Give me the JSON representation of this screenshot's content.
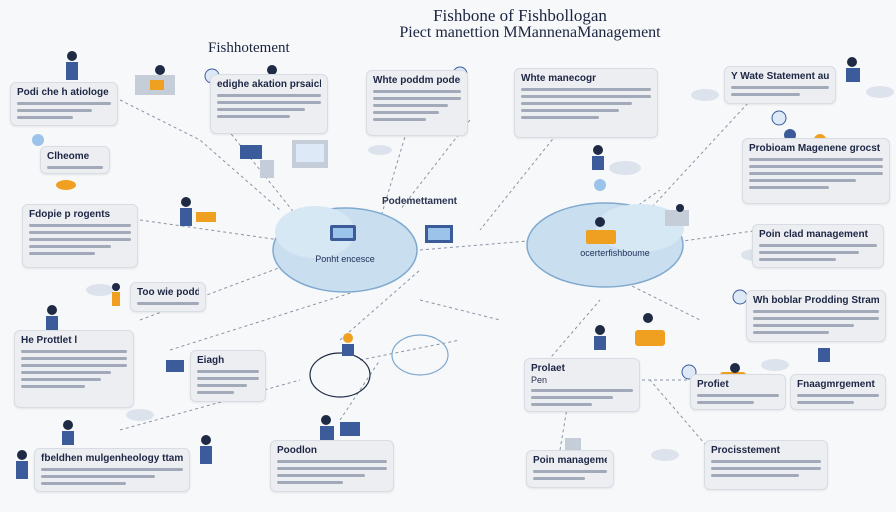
{
  "titles": {
    "line1": "Fishbone of Fishbollogan",
    "line2": "Piect manettion MMannenaManagement",
    "line3": "Fishhotement"
  },
  "cards": [
    {
      "id": "c1",
      "heading": "Podi che h atiologe"
    },
    {
      "id": "c2",
      "heading": "edighe akation prsaicke"
    },
    {
      "id": "c3",
      "heading": "Whte poddm poder"
    },
    {
      "id": "c4",
      "heading": "Whte manecogr"
    },
    {
      "id": "c5",
      "heading": "Y Wate Statement auue"
    },
    {
      "id": "c6",
      "heading": "Clheome"
    },
    {
      "id": "c7",
      "heading": "Probioam Magenene grocst"
    },
    {
      "id": "c8",
      "heading": "Fdopie p rogents"
    },
    {
      "id": "c9",
      "heading": "Poin clad management"
    },
    {
      "id": "c10",
      "heading": "Too wie podde"
    },
    {
      "id": "c11",
      "heading": "Wh boblar Prodding Stramet"
    },
    {
      "id": "c12",
      "heading": "He Prottlet l"
    },
    {
      "id": "c13",
      "heading": "Eiagh"
    },
    {
      "id": "c14",
      "heading": "Prolaet"
    },
    {
      "id": "c15",
      "heading": "Profiet"
    },
    {
      "id": "c16",
      "heading": "Fnaagmrgement"
    },
    {
      "id": "c17",
      "heading": "fbeldhen mulgenheology ttament"
    },
    {
      "id": "c18",
      "heading": "Poodlon"
    },
    {
      "id": "c19",
      "heading": "Poin management"
    },
    {
      "id": "c20",
      "heading": "Procisstement"
    }
  ],
  "nodes": {
    "cloud_left_label": "Ponht encesce",
    "cloud_right_label": "ocerterfishboume",
    "mid_label": "Podemettament",
    "card_c14_sub": "Pen"
  },
  "colors": {
    "cloud_fill": "#c9dff0",
    "cloud_stroke": "#7fa9cf",
    "line": "#8a93a6",
    "accent": "#f0a020",
    "navy": "#1f2a44",
    "card_bg": "#eceef2"
  }
}
